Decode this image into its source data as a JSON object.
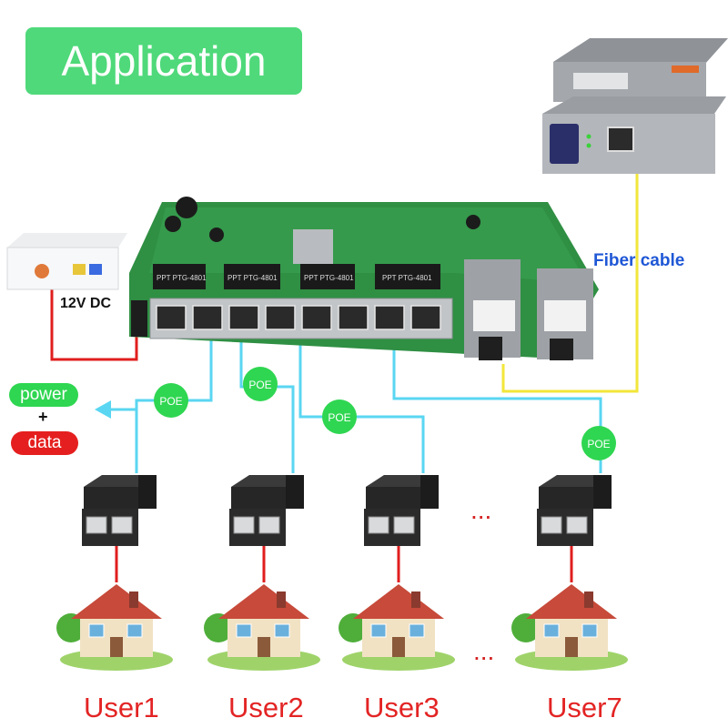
{
  "title": "Application",
  "labels": {
    "fiber_cable": "Fiber cable",
    "power_dc": "12V DC",
    "power": "power",
    "plus": "+",
    "data": "data",
    "poe": "POE",
    "ellipsis": "..."
  },
  "users": [
    "User1",
    "User2",
    "User3",
    "User7"
  ],
  "switch": {
    "transformer_marking": "PPT PTG-4801"
  },
  "colors": {
    "title_bg": "#4fd97a",
    "poe_badge": "#2fd651",
    "ethernet_line": "#5ad6f2",
    "fiber_line": "#f2e63a",
    "power_line": "#e01e1e",
    "user_text": "#e32424",
    "fiber_text": "#1f57d6",
    "pcb": "#2f8f43"
  },
  "icons": [
    "media-converter-icon",
    "power-adapter-icon",
    "network-switch-icon",
    "rj45-splitter-icon",
    "house-icon"
  ]
}
